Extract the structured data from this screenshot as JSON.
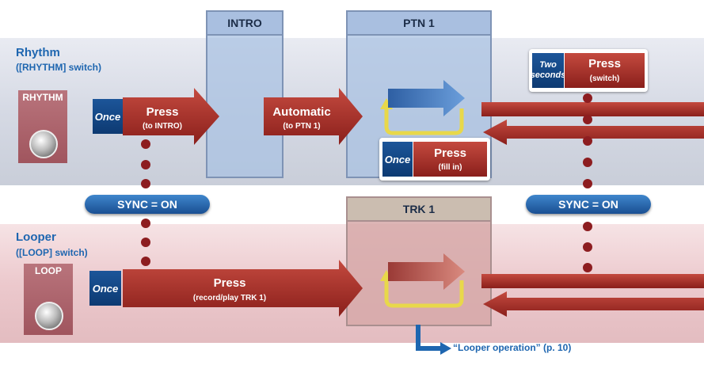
{
  "lanes": {
    "rhythm": {
      "title": "Rhythm",
      "subtitle": "([RHYTHM] switch)",
      "pedal_label": "RHYTHM"
    },
    "looper": {
      "title": "Looper",
      "subtitle": "([LOOP] switch)",
      "pedal_label": "LOOP"
    }
  },
  "columns": {
    "intro": "INTRO",
    "ptn1": "PTN 1",
    "trk1": "TRK 1"
  },
  "steps": {
    "rhythm_press": {
      "tag": "Once",
      "label": "Press",
      "sub": "(to INTRO)"
    },
    "automatic": {
      "label": "Automatic",
      "sub": "(to PTN 1)"
    },
    "fill_press": {
      "tag": "Once",
      "label": "Press",
      "sub": "(fill in)"
    },
    "stop_press": {
      "tag_line1": "Two",
      "tag_line2": "seconds",
      "label": "Press",
      "sub": "(switch)"
    },
    "loop_press": {
      "tag": "Once",
      "label": "Press",
      "sub": "(record/play TRK 1)"
    }
  },
  "sync_left": "SYNC = ON",
  "sync_right": "SYNC = ON",
  "reference": "“Looper operation” (p. 10)",
  "colors": {
    "arrow_red": "#a02a24",
    "once_blue": "#0d3a72",
    "link_blue": "#1e66b0",
    "loop_yellow": "#e8d84a"
  }
}
